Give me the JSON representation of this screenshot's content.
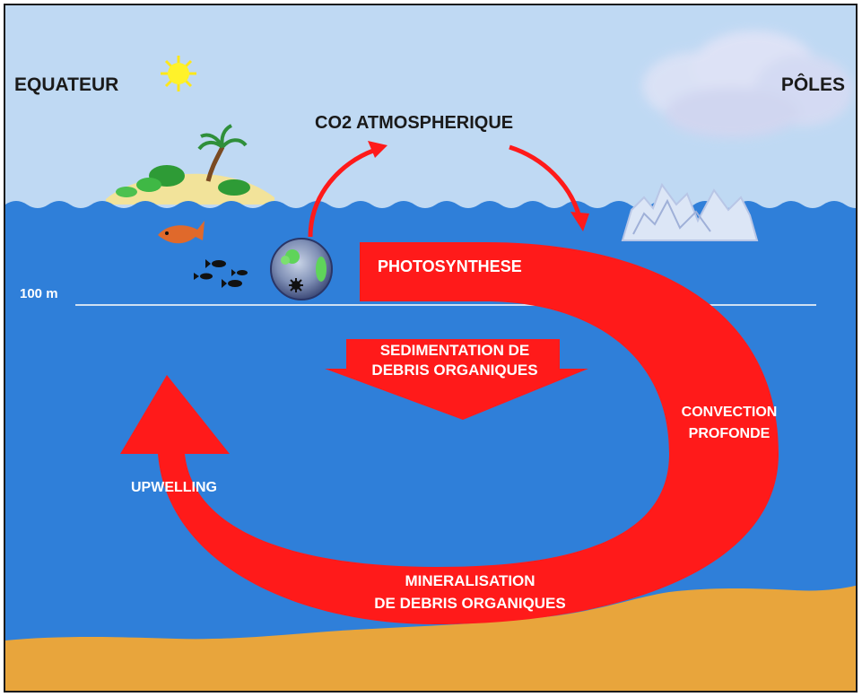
{
  "labels": {
    "equator": "EQUATEUR",
    "poles": "PÔLES",
    "co2": "CO2 ATMOSPHERIQUE",
    "depth": "100 m",
    "photosynthesis": "PHOTOSYNTHESE",
    "sedimentation_line1": "SEDIMENTATION DE",
    "sedimentation_line2": "DEBRIS ORGANIQUES",
    "convection_line1": "CONVECTION",
    "convection_line2": "PROFONDE",
    "upwelling": "UPWELLING",
    "mineralisation_line1": "MINERALISATION",
    "mineralisation_line2": "DE DEBRIS ORGANIQUES"
  },
  "icons": [
    "sun-icon",
    "cloud-icon",
    "island-icon",
    "palm-tree-icon",
    "iceberg-icon",
    "fish-icon",
    "plankton-icon",
    "seabed"
  ],
  "colors": {
    "sky": "#bfd9f3",
    "ocean": "#2f7fd9",
    "arrow": "#ff1a1a",
    "seabed": "#e8a53c",
    "sun": "#ffee22"
  }
}
